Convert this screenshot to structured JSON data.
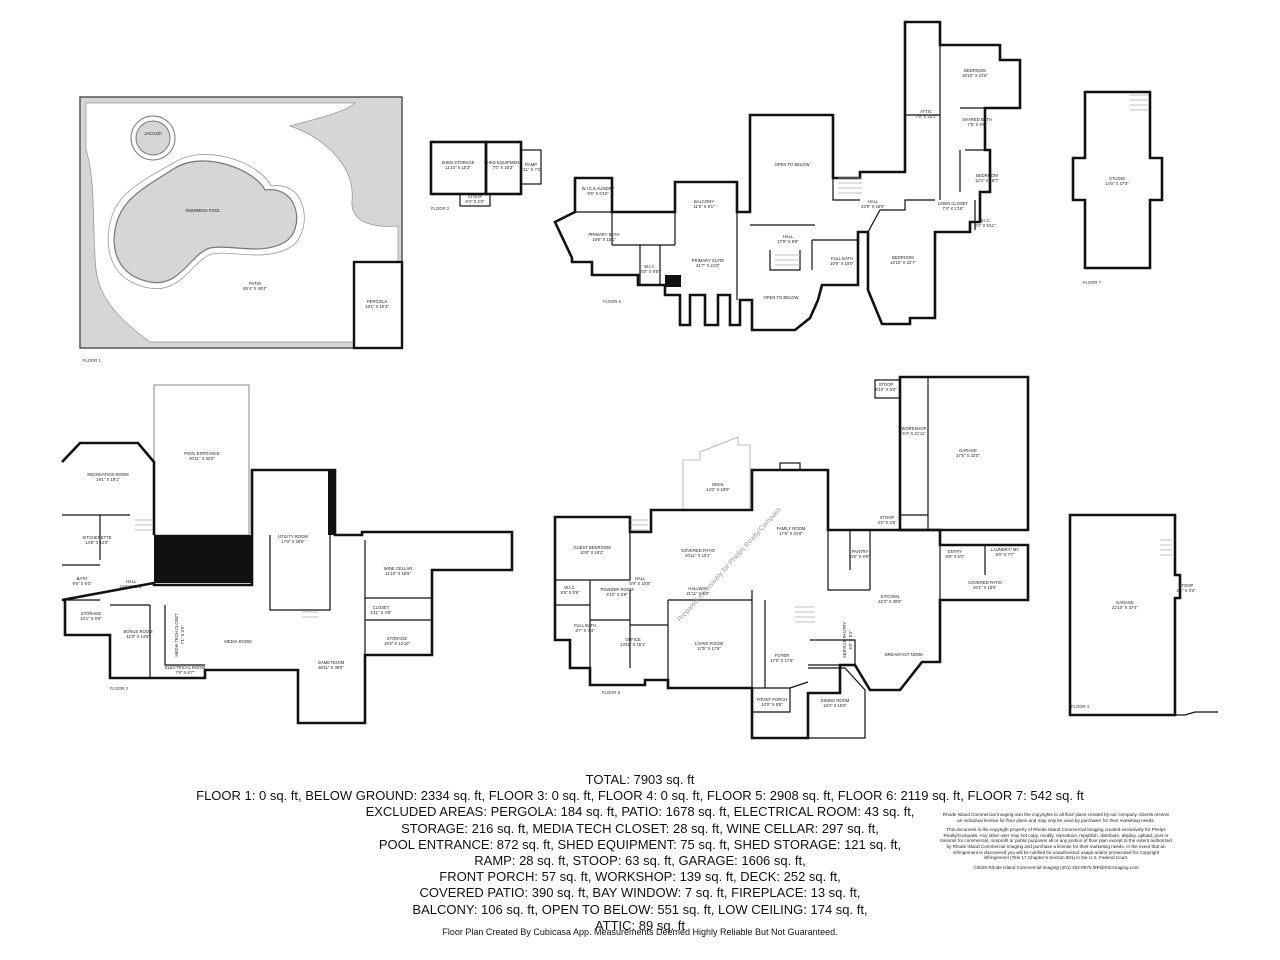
{
  "floors": {
    "floor_1": {
      "label": "FLOOR 1",
      "rooms": [
        {
          "name": "JACUZZI",
          "dim": ""
        },
        {
          "name": "SWIMMING POOL",
          "dim": ""
        },
        {
          "name": "PATIO",
          "dim": "85'4\" X 40'4\""
        },
        {
          "name": "PERGOLA",
          "dim": "18'1\" X 10'3\""
        }
      ]
    },
    "floor_3": {
      "label": "FLOOR 3",
      "rooms": [
        {
          "name": "SHED STORAGE",
          "dim": "11'10\" X 10'3\""
        },
        {
          "name": "SHED EQUIPMENT",
          "dim": "7'0\" X 10'3\""
        },
        {
          "name": "RAMP",
          "dim": "2'11\" X 7'2\""
        },
        {
          "name": "STOOP",
          "dim": "6'4\" X 2'3\""
        }
      ]
    },
    "floor_6": {
      "label": "FLOOR 6",
      "rooms": [
        {
          "name": "W.I.C./LAUNDRY",
          "dim": "9'5\" X 6'10\""
        },
        {
          "name": "BALCONY",
          "dim": "11'8\" X 9'1\""
        },
        {
          "name": "OPEN TO BELOW",
          "dim": ""
        },
        {
          "name": "ATTIC",
          "dim": "7'6\" X 32'1\""
        },
        {
          "name": "BEDROOM",
          "dim": "16'10\" X 21'6\""
        },
        {
          "name": "SHARED BATH",
          "dim": "7'5\" X 9'0\""
        },
        {
          "name": "BEDROOM",
          "dim": "12'4\" X 16'7\""
        },
        {
          "name": "LINEN CLOSET",
          "dim": "7'4\" X 2'10\""
        },
        {
          "name": "W.I.C.",
          "dim": "3'4\" X 8'11\""
        },
        {
          "name": "PRIMARY BATH",
          "dim": "19'8\" X 15'1\""
        },
        {
          "name": "W.I.C.",
          "dim": "4'0\" X 8'5\""
        },
        {
          "name": "PRIMARY SUITE",
          "dim": "21'7\" X 21'0\""
        },
        {
          "name": "HALL",
          "dim": "17'9\" X 9'6\""
        },
        {
          "name": "HALL",
          "dim": "23'9\" X 16'0\""
        },
        {
          "name": "FULL BATH",
          "dim": "10'9\" X 10'0\""
        },
        {
          "name": "BEDROOM",
          "dim": "14'10\" X 22'7\""
        },
        {
          "name": "OPEN TO BELOW",
          "dim": ""
        }
      ]
    },
    "floor_7": {
      "label": "FLOOR 7",
      "rooms": [
        {
          "name": "STUDIO",
          "dim": "14'0\" X 37'4\""
        }
      ]
    },
    "floor_2": {
      "label": "FLOOR 2",
      "rooms": [
        {
          "name": "RECREATION ROOM",
          "dim": "19'1\" X 19'1\""
        },
        {
          "name": "POOL ENTRANCE",
          "dim": "20'11\" X 32'0\""
        },
        {
          "name": "KITCHENETTE",
          "dim": "14'8\" X 12'0\""
        },
        {
          "name": "UTILITY ROOM",
          "dim": "17'0\" X 28'6\""
        },
        {
          "name": "WINE CELLAR",
          "dim": "11'10\" X 18'5\""
        },
        {
          "name": "BATH",
          "dim": "9'6\" X 9'3\""
        },
        {
          "name": "HALL",
          "dim": "14'6\" X 10'2\""
        },
        {
          "name": "CLOSET",
          "dim": "6'11\" X 4'6\""
        },
        {
          "name": "STORAGE",
          "dim": "10'1\" X 6'6\""
        },
        {
          "name": "BONUS ROOM",
          "dim": "11'9\" X 14'6\""
        },
        {
          "name": "MEDIA TECH CLOSET",
          "dim": "7'1\" X 4'0\""
        },
        {
          "name": "MEDIA ROOM",
          "dim": ""
        },
        {
          "name": "STORAGE",
          "dim": "16'2\" X 12'10\""
        },
        {
          "name": "ELECTRICAL ROOM",
          "dim": "7'6\" X 6'7\""
        },
        {
          "name": "GAME ROOM",
          "dim": "36'11\" X 39'6\""
        }
      ]
    },
    "floor_5": {
      "label": "FLOOR 5",
      "rooms": [
        {
          "name": "STOOP",
          "dim": "6'10\" X 5'0\""
        },
        {
          "name": "WORKSHOP",
          "dim": "6'4\" X 21'11\""
        },
        {
          "name": "GARAGE",
          "dim": "27'5\" X 33'0\""
        },
        {
          "name": "DECK",
          "dim": "14'0\" X 19'0\""
        },
        {
          "name": "GUEST BEDROOM",
          "dim": "10'8\" X 19'2\""
        },
        {
          "name": "COVERED PATIO",
          "dim": "20'11\" X 10'1\""
        },
        {
          "name": "FAMILY ROOM",
          "dim": "17'5\" X 31'6\""
        },
        {
          "name": "STOOP",
          "dim": "4'2\" X 4'5\""
        },
        {
          "name": "PANTRY",
          "dim": "4'5\" X 9'9\""
        },
        {
          "name": "ENTRY",
          "dim": "6'9\" X 5'0\""
        },
        {
          "name": "LAUNDRY/ MC",
          "dim": "8'0\" X 7'7\""
        },
        {
          "name": "W.I.C.",
          "dim": "5'9\" X 5'9\""
        },
        {
          "name": "HALL",
          "dim": "5'9\" X 10'8\""
        },
        {
          "name": "POWDER ROOM",
          "dim": "5'10\" X 5'9\""
        },
        {
          "name": "HALLWAY",
          "dim": "21'11\" X 5'0\""
        },
        {
          "name": "COVERED PATIO",
          "dim": "20'1\" X 15'5\""
        },
        {
          "name": "KITCHEN",
          "dim": "22'3\" X 30'6\""
        },
        {
          "name": "FULL BATH",
          "dim": "8'7\" X 7'4\""
        },
        {
          "name": "OFFICE",
          "dim": "13'11\" X 15'1\""
        },
        {
          "name": "LIVING ROOM",
          "dim": "17'5\" X 17'6\""
        },
        {
          "name": "FOYER",
          "dim": "17'5\" X 17'6\""
        },
        {
          "name": "SERVICE PANTRY",
          "dim": "5'5\" X 8'4\""
        },
        {
          "name": "BREAKFAST NOOK",
          "dim": ""
        },
        {
          "name": "FRONT PORCH",
          "dim": "10'0\" X 5'8\""
        },
        {
          "name": "DINING ROOM",
          "dim": "13'4\" X 15'0\""
        }
      ]
    },
    "floor_4": {
      "label": "FLOOR 4",
      "rooms": [
        {
          "name": "GARAGE",
          "dim": "22'10\" X 37'4\""
        },
        {
          "name": "STOOP",
          "dim": "2'1\" X 4'3\""
        }
      ]
    }
  },
  "watermark": "Prepared exclusively for Phelps Realty/Compass",
  "totals": [
    "TOTAL: 7903 sq. ft",
    "FLOOR 1: 0 sq. ft, BELOW GROUND: 2334 sq. ft, FLOOR 3: 0 sq. ft, FLOOR 4: 0 sq. ft, FLOOR 5: 2908 sq. ft, FLOOR 6: 2119 sq. ft, FLOOR 7: 542 sq. ft",
    "EXCLUDED AREAS: PERGOLA: 184 sq. ft, PATIO: 1678 sq. ft, ELECTRICAL ROOM: 43 sq. ft,",
    "STORAGE: 216 sq. ft, MEDIA TECH CLOSET: 28 sq. ft, WINE CELLAR: 297 sq. ft,",
    "POOL ENTRANCE: 872 sq. ft, SHED EQUIPMENT: 75 sq. ft, SHED STORAGE: 121 sq. ft,",
    "RAMP: 28 sq. ft, STOOP: 63 sq. ft, GARAGE: 1606 sq. ft,",
    "FRONT PORCH: 57 sq. ft, WORKSHOP: 139 sq. ft, DECK: 252 sq. ft,",
    "COVERED PATIO: 390 sq. ft, BAY WINDOW: 7 sq. ft, FIREPLACE: 13 sq. ft,",
    "BALCONY: 106 sq. ft, OPEN TO BELOW: 551 sq. ft, LOW CEILING: 174 sq. ft,",
    "ATTIC: 89 sq. ft"
  ],
  "copyright": [
    "Rhode Island Commercial Imaging own the copyrights to all floor plans created by our company. Clients receive an individual license for floor plans and may only be used by purchaser for their marketing needs.",
    "This document is the copyright property of Rhode Island Commercial Imaging created exclusively for Phelps Realty/Compass. Any other user may not copy, modify, reproduce, republish, distribute, display, upload, post or transmit for commercial, nonprofit or public purposes all or any portion of floor plan except to the extent authorized by Rhode Island Commercial Imaging and purchase a license for their marketing needs. In the event that an infringement is discovered you will be notified for unauthorized usage and/or prosecuted for Copyright infringement (Title 17 Chapter 5 Section 501) in the U.S. Federal Court.",
    "©2025 Rhode Island Commercial Imaging (401) 402-0575 MP@RICImaging.com"
  ],
  "disclaimer": "Floor Plan Created By Cubicasa App. Measurements Deemed Highly Reliable But Not Guaranteed."
}
